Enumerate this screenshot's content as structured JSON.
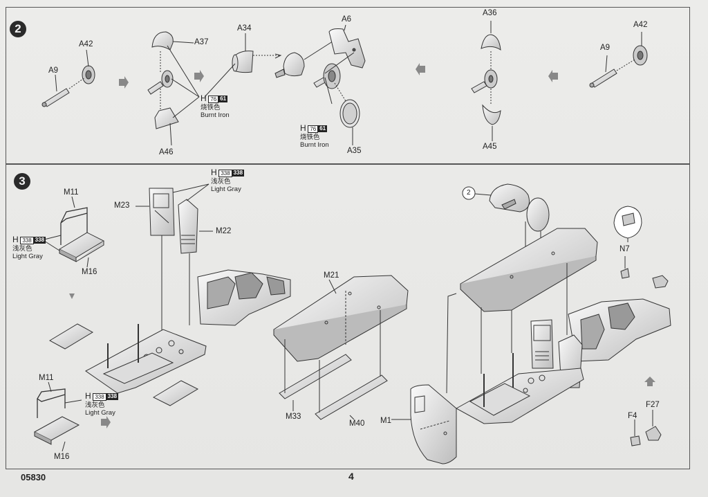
{
  "steps": {
    "step2": {
      "number": "2",
      "labels": {
        "a42_left": "A42",
        "a9_left": "A9",
        "a37": "A37",
        "a46": "A46",
        "a34": "A34",
        "a6": "A6",
        "a35": "A35",
        "a36": "A36",
        "a45": "A45",
        "a9_right": "A9",
        "a42_right": "A42"
      },
      "paint_1": {
        "code_prefix": "H",
        "code1": "76",
        "code2": "61",
        "name_cn": "烧铁色",
        "name_en": "Burnt Iron"
      },
      "paint_2": {
        "code_prefix": "H",
        "code1": "76",
        "code2": "61",
        "name_cn": "烧铁色",
        "name_en": "Burnt Iron"
      }
    },
    "step3": {
      "number": "3",
      "labels": {
        "m11_top": "M11",
        "m16_top": "M16",
        "m23": "M23",
        "m22": "M22",
        "m11_bottom": "M11",
        "m16_bottom": "M16",
        "m21": "M21",
        "m33": "M33",
        "m40": "M40",
        "m1": "M1",
        "n7": "N7",
        "f4": "F4",
        "f27": "F27",
        "ref_step": "2"
      },
      "paint_left": {
        "code_prefix": "H",
        "code1": "338",
        "code2": "338",
        "name_cn": "浅灰色",
        "name_en": "Light Gray"
      },
      "paint_top": {
        "code_prefix": "H",
        "code1": "338",
        "code2": "338",
        "name_cn": "浅灰色",
        "name_en": "Light Gray"
      },
      "paint_bottom": {
        "code_prefix": "H",
        "code1": "338",
        "code2": "338",
        "name_cn": "浅灰色",
        "name_en": "Light Gray"
      }
    }
  },
  "footer": {
    "code": "05830",
    "page": "4"
  }
}
